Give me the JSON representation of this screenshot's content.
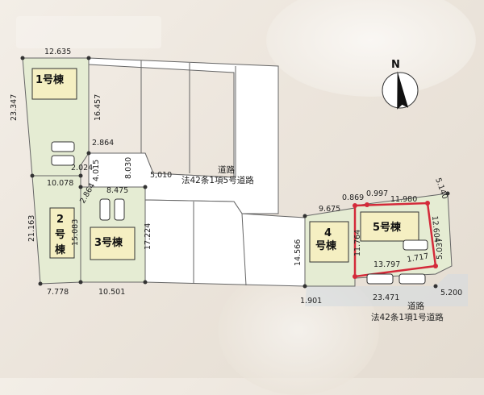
{
  "buildings": [
    {
      "key": "b1",
      "label": "1号棟"
    },
    {
      "key": "b2_num",
      "label": "2"
    },
    {
      "key": "b2_line1",
      "label": "号"
    },
    {
      "key": "b2_line2",
      "label": "棟"
    },
    {
      "key": "b3",
      "label": "3号棟"
    },
    {
      "key": "b4_num",
      "label": "4"
    },
    {
      "key": "b4_label",
      "label": "号棟"
    },
    {
      "key": "b5",
      "label": "5号棟"
    }
  ],
  "road_center": {
    "name": "道路",
    "law": "法42条1項5号道路",
    "width": "5,010"
  },
  "road_bottom": {
    "name": "道路",
    "law": "法42条1項1号道路"
  },
  "compass": {
    "label": "N"
  },
  "dimensions": {
    "d1": "12.635",
    "d2": "23.347",
    "d3": "16.457",
    "d4": "2.864",
    "d5": "2.024",
    "d6": "4.015",
    "d7": "8.030",
    "d8": "10.078",
    "d9": "8.475",
    "d10": "2.864",
    "d11": "21.163",
    "d12": "15.083",
    "d13": "17.224",
    "d14": "7.778",
    "d15": "10.501",
    "d16": "9.675",
    "d17": "0.869",
    "d18": "0.997",
    "d19": "11.980",
    "d20": "5.140",
    "d21": "11.764",
    "d22": "12.604",
    "d23": "14.566",
    "d24": "13.797",
    "d25": "1.717",
    "d26": "5.037",
    "d27": "1.901",
    "d28": "23.471",
    "d29": "5.200"
  },
  "colors": {
    "lot_fill": "#e5ecd3",
    "highlight": "#d42a3a",
    "road": "#cfd6dd",
    "house": "#f5efc2"
  }
}
